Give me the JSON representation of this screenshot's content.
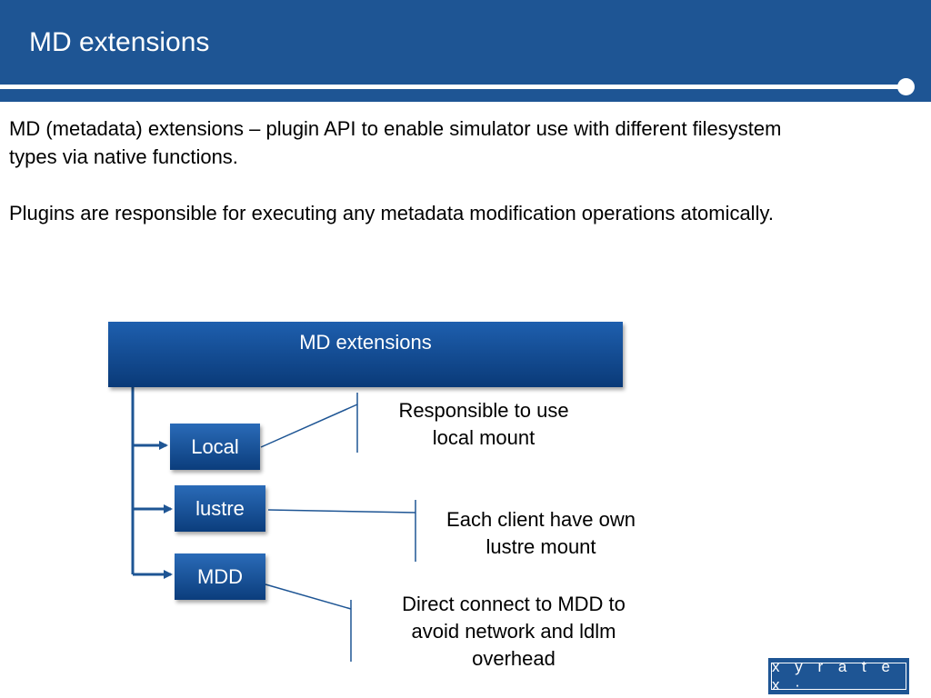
{
  "header": {
    "title": "MD extensions"
  },
  "body": {
    "paragraph1": "MD (metadata) extensions – plugin API to enable simulator use with different filesystem types via native functions.",
    "paragraph2": "Plugins are responsible for executing any metadata modification operations atomically."
  },
  "diagram": {
    "root": "MD extensions",
    "nodes": {
      "local": "Local",
      "lustre": "lustre",
      "mdd": "MDD"
    },
    "callouts": {
      "local": "Responsible to use local mount",
      "lustre": "Each client have own lustre mount",
      "mdd": "Direct connect to MDD to avoid network and ldlm overhead"
    }
  },
  "logo": {
    "text": "x y r a t e x ·"
  },
  "colors": {
    "header_bg": "#1e5594",
    "box_top": "#2a6bb8",
    "box_bottom": "#0b3d7c",
    "connector": "#1e5594"
  }
}
